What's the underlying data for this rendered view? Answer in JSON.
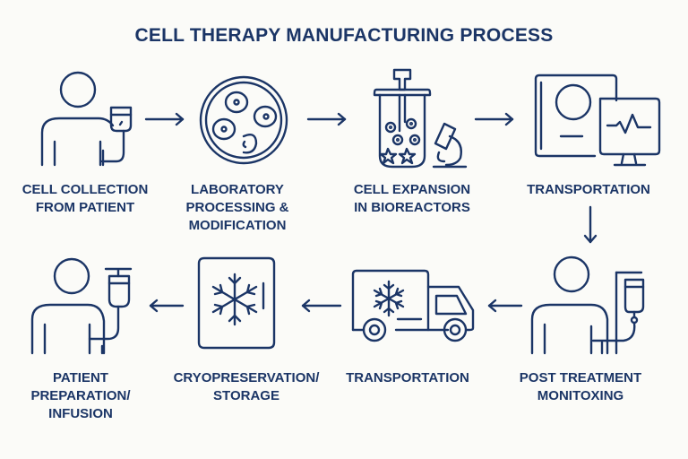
{
  "title": "CELL THERAPY MANUFACTURING PROCESS",
  "colors": {
    "ink": "#1b3566",
    "background": "#fbfbf8"
  },
  "steps": [
    {
      "label": "CELL COLLECTION\nFROM PATIENT",
      "icon": "patient-with-collection-bag-icon"
    },
    {
      "label": "LABORATORY\nPROCESSING &\nMODIFICATION",
      "icon": "petri-dish-cells-icon"
    },
    {
      "label": "CELL EXPANSION\nIN BIOREACTORS",
      "icon": "bioreactor-microscope-icon"
    },
    {
      "label": "TRANSPORTATION",
      "icon": "patient-record-monitor-icon"
    },
    {
      "label": "POST TREATMENT\nMONITOXING",
      "icon": "patient-with-iv-drip-icon"
    },
    {
      "label": "TRANSPORTATION",
      "icon": "refrigerated-truck-icon"
    },
    {
      "label": "CRYOPRESERVATION/\nSTORAGE",
      "icon": "freezer-snowflake-icon"
    },
    {
      "label": "PATIENT\nPREPARATION/\nINFUSION",
      "icon": "patient-infusion-icon"
    }
  ],
  "arrows": [
    {
      "from": 1,
      "to": 2,
      "direction": "right"
    },
    {
      "from": 2,
      "to": 3,
      "direction": "right"
    },
    {
      "from": 3,
      "to": 4,
      "direction": "right"
    },
    {
      "from": 4,
      "to": 5,
      "direction": "down"
    },
    {
      "from": 5,
      "to": 6,
      "direction": "left"
    },
    {
      "from": 6,
      "to": 7,
      "direction": "left"
    },
    {
      "from": 7,
      "to": 8,
      "direction": "left"
    }
  ]
}
